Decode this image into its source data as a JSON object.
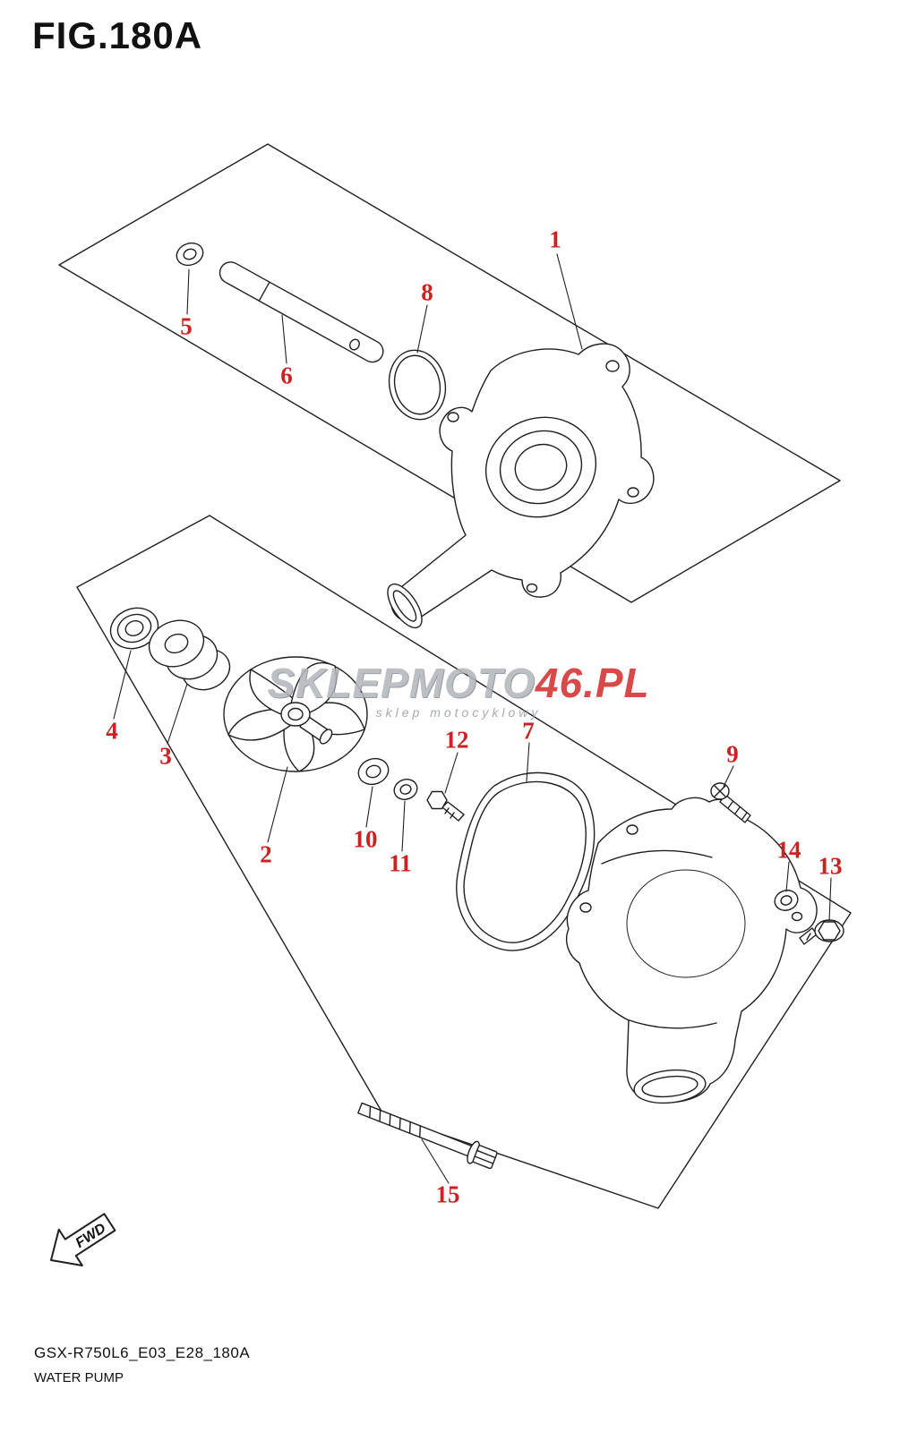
{
  "page": {
    "title": "FIG.180A",
    "footer_code": "GSX-R750L6_E03_E28_180A",
    "footer_name": "WATER PUMP"
  },
  "fwd": {
    "label": "FWD"
  },
  "watermark": {
    "left": "SKLEPMOTO",
    "mid": "46",
    "right": ".PL",
    "tagline": "sklep motocyklowy"
  },
  "part_labels": [
    "1",
    "2",
    "3",
    "4",
    "5",
    "6",
    "7",
    "8",
    "9",
    "10",
    "11",
    "12",
    "13",
    "14",
    "15"
  ],
  "colors": {
    "label_red": "#cc2222",
    "line": "#1f1f1f",
    "watermark_gray": "#b3b7bd",
    "watermark_red": "#d33030"
  }
}
